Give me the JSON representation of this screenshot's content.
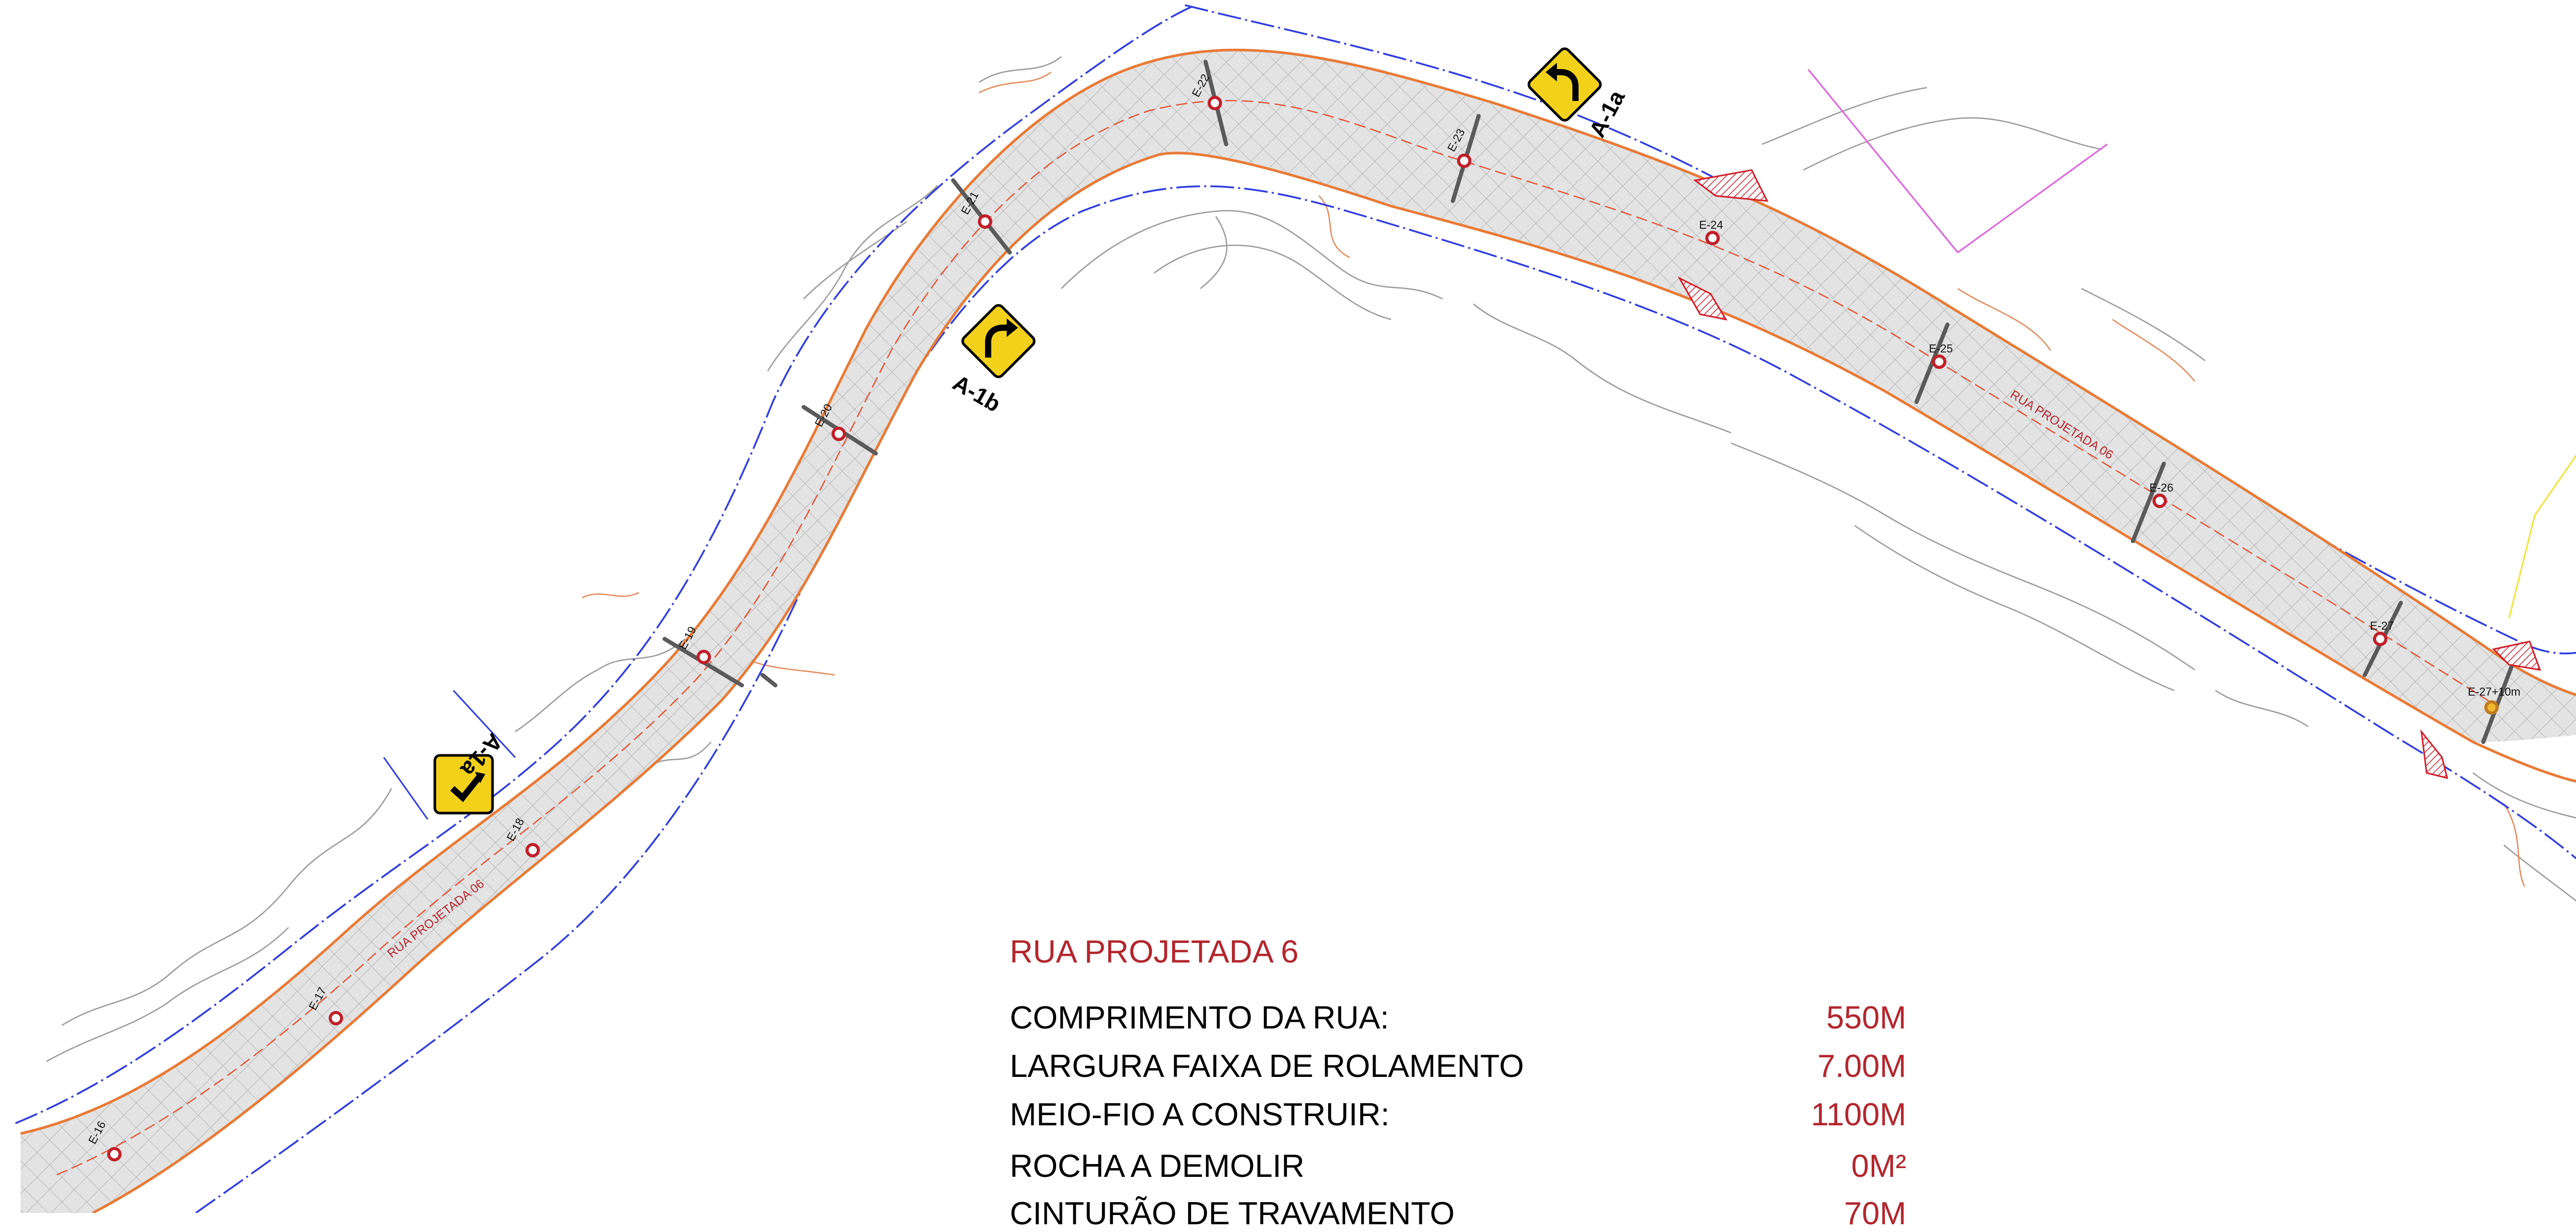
{
  "colors": {
    "road_edge": "#e87a36",
    "pavement_fill": "#dcdcdc",
    "centerline": "#e0563a",
    "fence": "#2f3de0",
    "contour": "#9a9a9a",
    "accent_red": "#b3262d",
    "sign_yellow": "#f3d11a",
    "station_marker": "#c0202a",
    "magenta_line": "#e060e0",
    "yellow_line": "#f2e23a"
  },
  "signs": [
    {
      "label": "A-1a",
      "icon": "curve-left-arrow-icon"
    },
    {
      "label": "A-1b",
      "icon": "curve-right-arrow-icon"
    },
    {
      "label": "A-1a",
      "icon": "curve-right-arrow-icon"
    }
  ],
  "stations": [
    "E-16",
    "E-17",
    "E-18",
    "E-19",
    "E-20",
    "E-21",
    "E-22",
    "E-23",
    "E-24",
    "E-25",
    "E-26",
    "E-27",
    "E-27+10m"
  ],
  "road_labels": [
    "RUA PROJETADA 06",
    "RUA PROJETADA 06"
  ],
  "summary": {
    "title": "RUA PROJETADA 6",
    "rows": [
      {
        "label": "COMPRIMENTO DA RUA:",
        "value": "550M"
      },
      {
        "label": "LARGURA FAIXA DE ROLAMENTO",
        "value": "7.00M"
      },
      {
        "label": "MEIO-FIO A CONSTRUIR:",
        "value": "1100M"
      },
      {
        "label": "ROCHA A DEMOLIR",
        "value": "0M²"
      },
      {
        "label": "CINTURÃO DE TRAVAMENTO",
        "value": "70M"
      }
    ]
  }
}
